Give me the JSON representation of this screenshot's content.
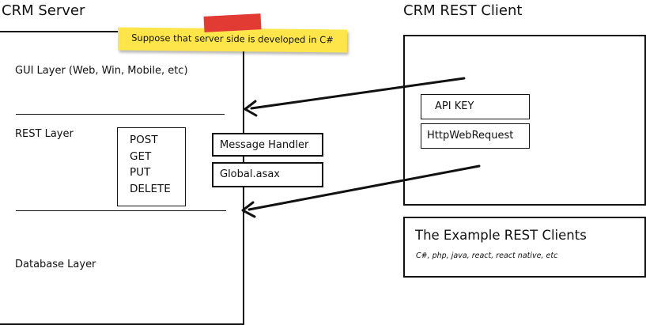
{
  "server": {
    "title": "CRM Server",
    "gui_layer": "GUI Layer (Web, Win, Mobile, etc)",
    "rest_layer": "REST Layer",
    "database_layer": "Database Layer",
    "methods": [
      "POST",
      "GET",
      "PUT",
      "DELETE"
    ],
    "message_handler": "Message Handler",
    "global_asax": "Global.asax"
  },
  "note": {
    "text": "Suppose that server side is developed in C#",
    "note_color": "#fde54a",
    "tape_color": "#e23b34"
  },
  "client": {
    "title": "CRM REST Client",
    "api_key": "API KEY",
    "http_request": "HttpWebRequest"
  },
  "examples": {
    "title": "The Example REST Clients",
    "subtitle": "C#, php, java, react, react native, etc"
  }
}
